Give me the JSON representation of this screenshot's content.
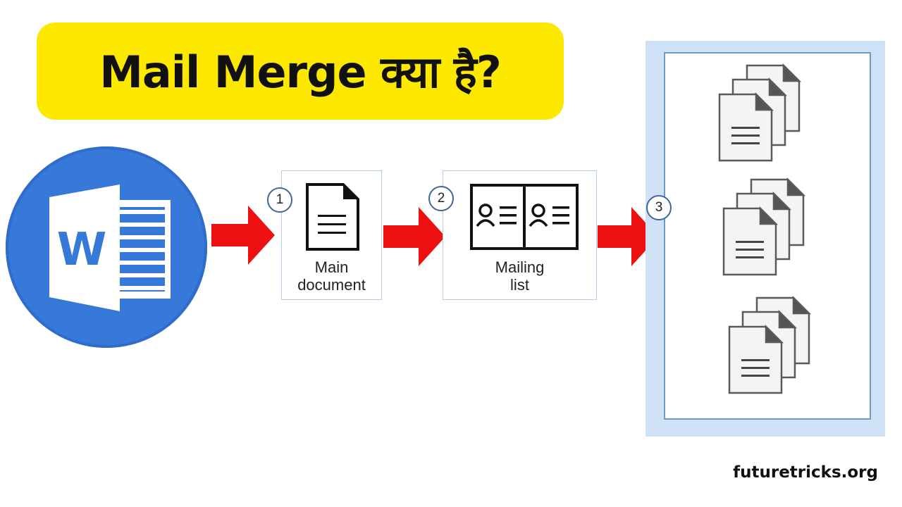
{
  "title": "Mail Merge क्या है?",
  "steps": [
    {
      "number": "1",
      "label_line1": "Main",
      "label_line2": "document"
    },
    {
      "number": "2",
      "label_line1": "Mailing",
      "label_line2": "list"
    },
    {
      "number": "3"
    }
  ],
  "logo": {
    "letter": "W",
    "icon": "microsoft-word-icon"
  },
  "footer": {
    "site": "futuretricks.org"
  },
  "colors": {
    "title_bg": "#fde800",
    "arrow": "#ee1111",
    "word_blue": "#3679d9",
    "panel_bg": "#cfe1f4",
    "panel_border": "#6e99cc",
    "number_circle": "#3f6796"
  }
}
